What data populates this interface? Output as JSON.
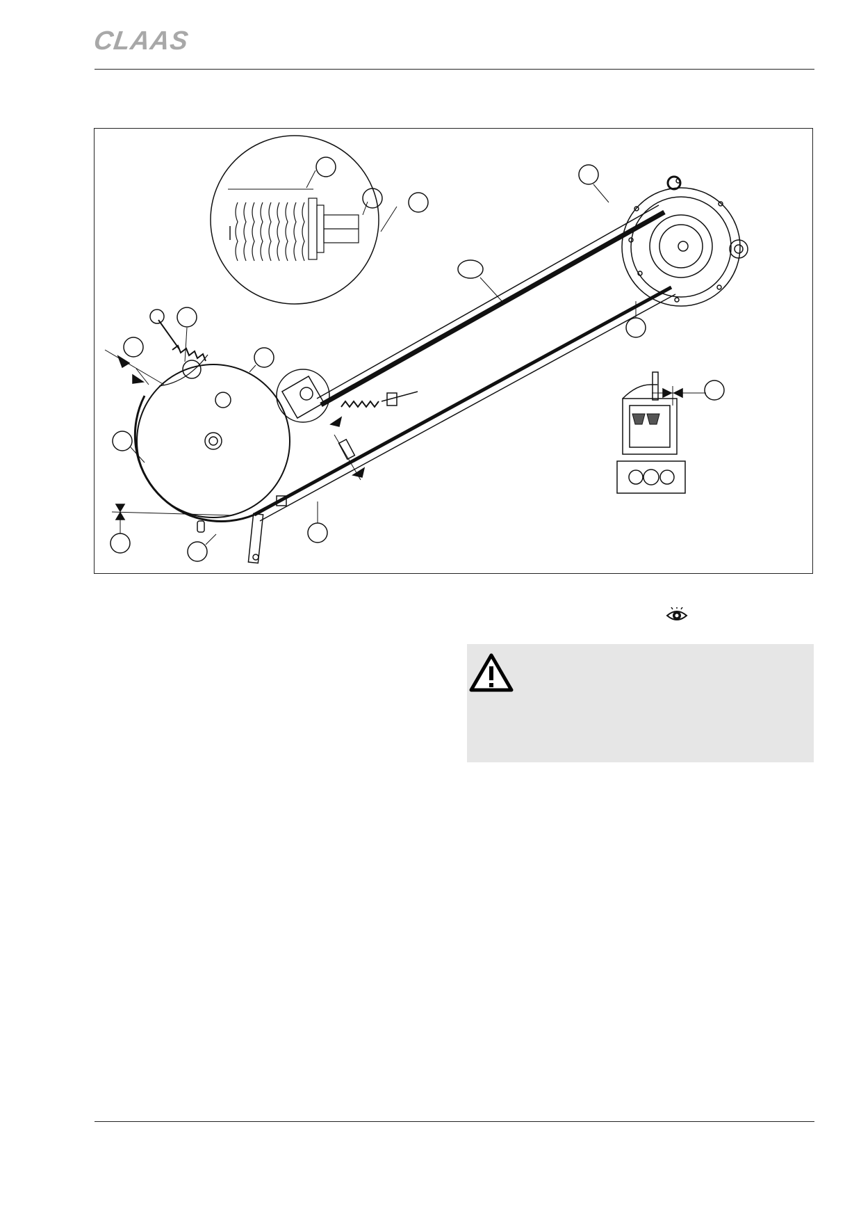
{
  "header": {
    "brand": "CLAAS",
    "logo_icon": "claas-logo"
  },
  "figure": {
    "description_icon": "belt-drive-diagram"
  },
  "icons": {
    "eye": "eye-icon",
    "warning": "warning-triangle-icon"
  },
  "colors": {
    "logo_gray": "#a8a8a8",
    "warning_bg": "#e6e6e6",
    "line": "#222222"
  }
}
